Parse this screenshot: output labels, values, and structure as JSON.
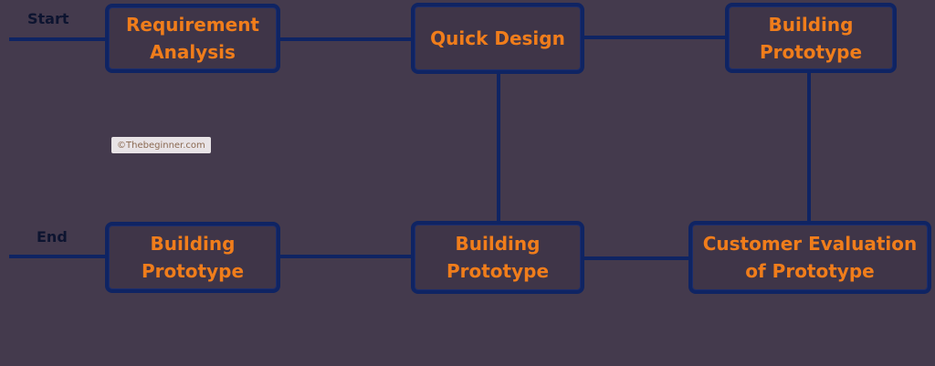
{
  "labels": {
    "start": "Start",
    "end": "End"
  },
  "boxes": {
    "requirement_analysis": "Requirement\nAnalysis",
    "quick_design": "Quick Design",
    "building_prototype_top": "Building\nPrototype",
    "building_prototype_left": "Building\nPrototype",
    "building_prototype_middle": "Building\nPrototype",
    "customer_evaluation": "Customer Evaluation\nof Prototype"
  },
  "watermark": {
    "text": "©Thebeginner.com",
    "icon": "copyright-icon"
  },
  "colors": {
    "background": "#443a4d",
    "box_border": "#0f2463",
    "box_text": "#f07d1b",
    "connector": "#0f2463"
  }
}
